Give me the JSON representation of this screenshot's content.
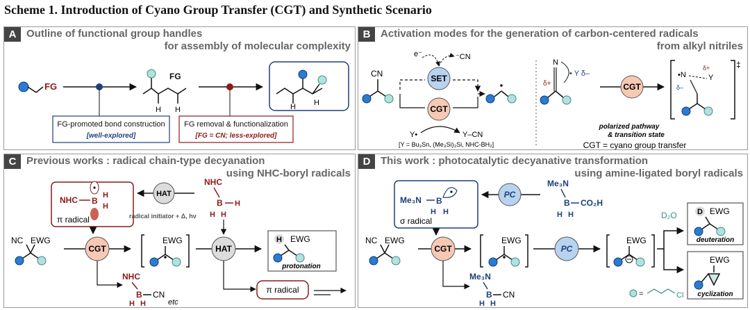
{
  "scheme_title": "Scheme 1. Introduction of Cyano Group Transfer (CGT) and Synthetic Scenario",
  "colors": {
    "blue": "#2a7bd3",
    "teal": "#b4e0dd",
    "dark_red": "#8b1a1a",
    "navy": "#1f3f78",
    "cgt_fill": "#f7c9b5",
    "gray_fill": "#dcdcdc",
    "pc_fill": "#b7d3f0"
  },
  "panel_a": {
    "label": "A",
    "heading_1": "Outline of functional group handles",
    "heading_2": "for assembly of molecular complexity",
    "fg": "FG",
    "h": "H",
    "box_1_text": "FG-promoted bond construction",
    "box_1_note": "[well-explored]",
    "box_2_text": "FG removal & functionalization",
    "box_2_note": "[FG = CN; less-explored]"
  },
  "panel_b": {
    "label": "B",
    "heading_1": "Activation modes for the generation of carbon-centered radicals",
    "heading_2": "from alkyl nitriles",
    "cn": "CN",
    "e_minus": "e⁻",
    "cn_anion": "⁻CN",
    "set": "SET",
    "cgt": "CGT",
    "y_radical": "Y•",
    "y_cn": "Y–CN",
    "y_def": "[Y = Bu₃Sn, (Me₃Si)₃Si, NHC-BH₂]",
    "n": "N",
    "delta_plus": "δ+",
    "y_delta": "• Y δ–",
    "delta_minus": "δ–",
    "ts_inner": "•N",
    "ts_y": "Y",
    "ddagger": "‡",
    "polarized_1": "polarized pathway",
    "polarized_2": "& transition state",
    "cgt_def": "CGT = cyano group transfer"
  },
  "panel_c": {
    "label": "C",
    "heading_1": "Previous works : radical chain-type decyanation",
    "heading_2": "using NHC-boryl radicals",
    "nhc": "NHC",
    "b": "B",
    "h": "H",
    "pi_radical": "π radical",
    "hat": "HAT",
    "initiator": "radical initiator + Δ, hν",
    "nc": "NC",
    "ewg": "EWG",
    "cgt": "CGT",
    "cn": "CN",
    "etc": "etc",
    "protonation": "protonation",
    "pi_radical_2": "π radical"
  },
  "panel_d": {
    "label": "D",
    "heading_1": "This work : photocatalytic decyanative transformation",
    "heading_2": "using amine-ligated boryl radicals",
    "me3n": "Me₃N",
    "b": "B",
    "h": "H",
    "sigma_radical": "σ radical",
    "pc": "PC",
    "co2h": "CO₂H",
    "nc": "NC",
    "ewg": "EWG",
    "cgt": "CGT",
    "cn": "CN",
    "d2o": "D₂O",
    "d": "D",
    "deuteration": "deuteration",
    "cyclization": "cyclization",
    "cl": "Cl"
  }
}
